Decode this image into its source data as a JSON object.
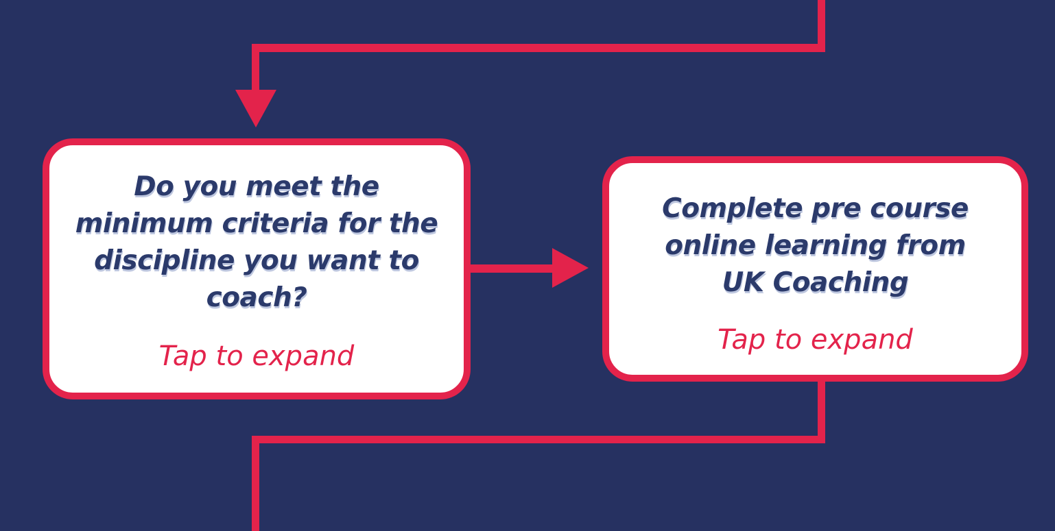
{
  "flowchart": {
    "background_color": "#263161",
    "accent_color": "#E3234B",
    "card_fill_color": "#FFFFFF",
    "title_text_color": "#2B3A6B",
    "nodes": [
      {
        "id": "minimum-criteria",
        "title": "Do you meet the\nminimum criteria for the\ndiscipline you want to\ncoach?",
        "action": "Tap to expand"
      },
      {
        "id": "pre-course-learning",
        "title": "Complete pre course\nonline learning from\nUK Coaching",
        "action": "Tap to expand"
      }
    ]
  }
}
